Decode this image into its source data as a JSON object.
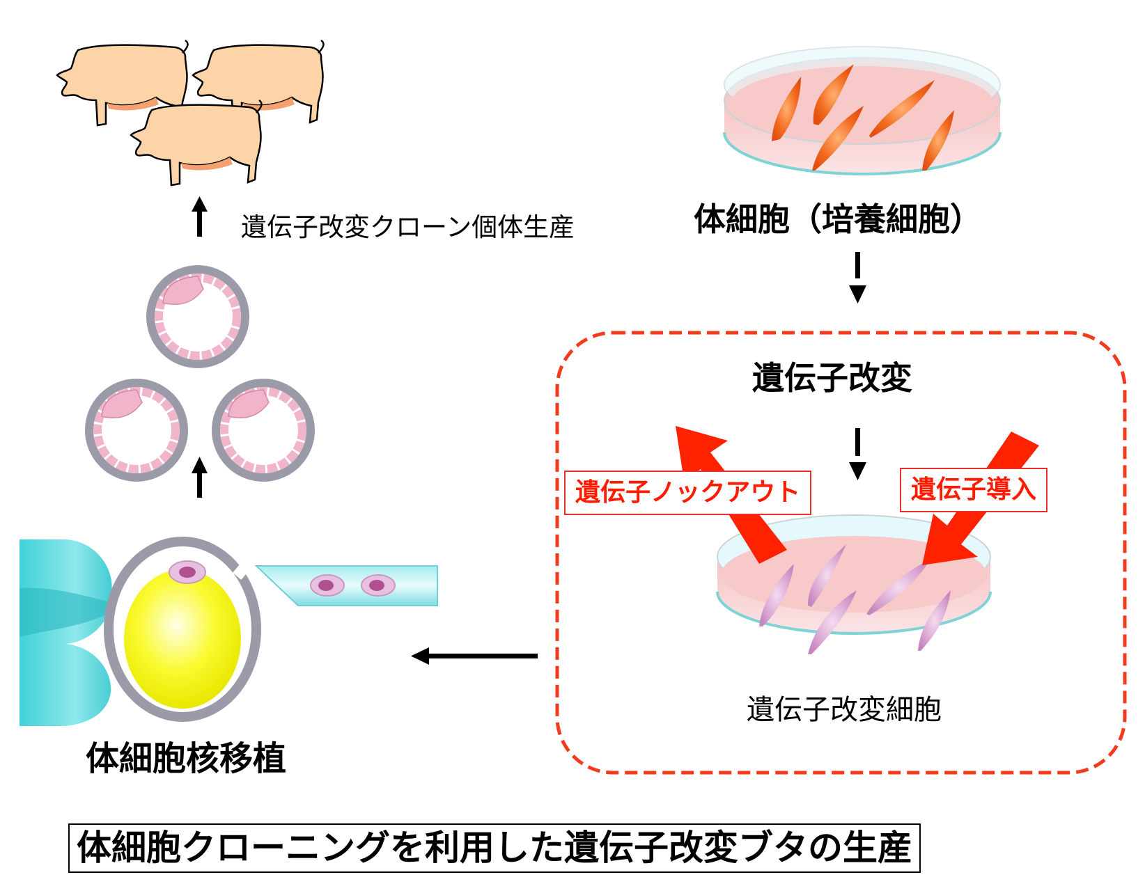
{
  "labels": {
    "transgenic_clone_production": "遺伝子改変クローン個体生産",
    "somatic_cells": "体細胞（培養細胞）",
    "genetic_modification": "遺伝子改変",
    "gene_knockout": "遺伝子ノックアウト",
    "gene_introduction": "遺伝子導入",
    "modified_cells": "遺伝子改変細胞",
    "nuclear_transfer": "体細胞核移植",
    "caption": "体細胞クローニングを利用した遺伝子改変ブタの生産"
  },
  "colors": {
    "accent_red": "#ff2200",
    "dash_red": "#f23a1c",
    "pig_fill": "#fdd4a8",
    "pig_shade": "#f4a070",
    "dish_pink": "#f7c9c9",
    "dish_rim": "#7fd3d4",
    "orange_cell": "#f0601a",
    "purple_cell": "#d9a3d0",
    "oocyte_yellow": "#f5f000",
    "pipette_cyan": "#4fd6dc",
    "zona_gray": "#9a9aa8",
    "blastomere_pink": "#f0b5cb"
  }
}
